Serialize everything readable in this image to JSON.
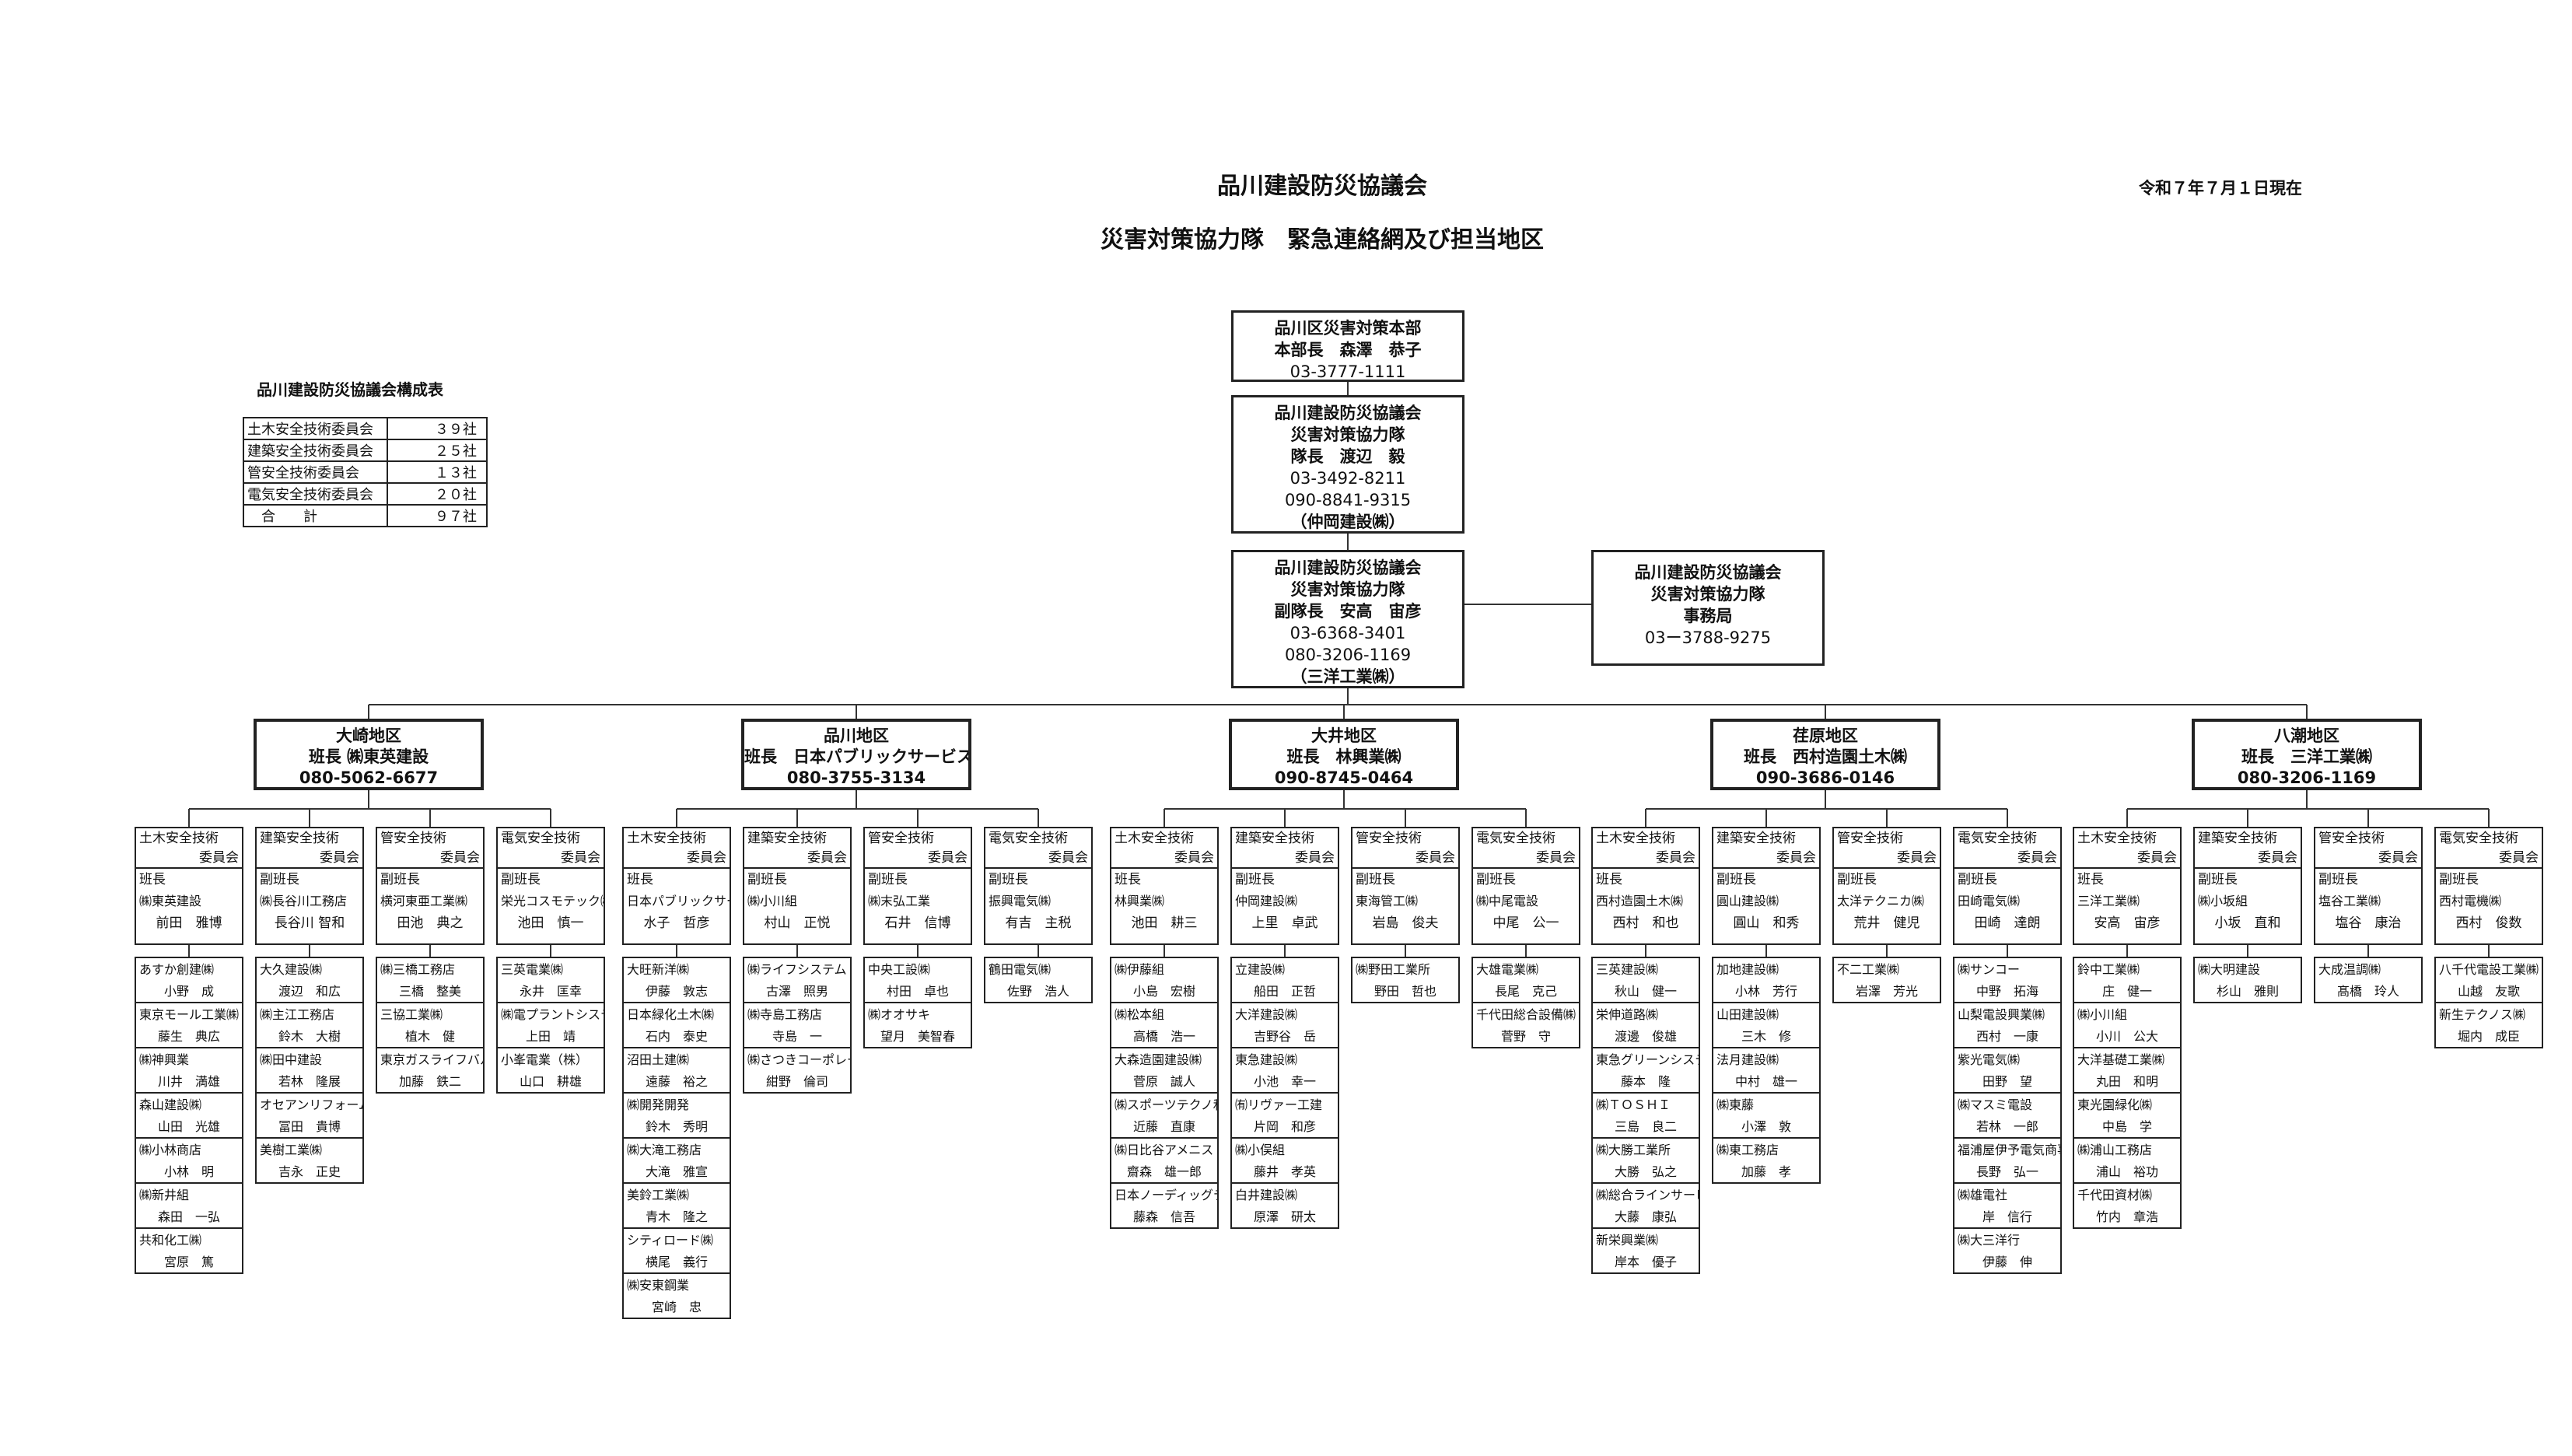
{
  "header": {
    "title1": "品川建設防災協議会",
    "title2": "災害対策協力隊　緊急連絡網及び担当地区",
    "date": "令和７年７月１日現在"
  },
  "hq": {
    "top": {
      "line1": "品川区災害対策本部",
      "line2": "本部長　森澤　恭子",
      "phone": "03-3777-1111"
    },
    "captain": {
      "line1": "品川建設防災協議会",
      "line2": "災害対策協力隊",
      "line3": "隊長　渡辺　毅",
      "phone1": "03-3492-8211",
      "phone2": "090-8841-9315",
      "company": "（仲岡建設㈱）"
    },
    "vice": {
      "line1": "品川建設防災協議会",
      "line2": "災害対策協力隊",
      "line3": "副隊長　安高　宙彦",
      "phone1": "03-6368-3401",
      "phone2": "080-3206-1169",
      "company": "（三洋工業㈱）"
    },
    "office": {
      "line1": "品川建設防災協議会",
      "line2": "災害対策協力隊",
      "line3": "事務局",
      "phone": "03ー3788-9275"
    }
  },
  "summary": {
    "title": "品川建設防災協議会構成表",
    "rows": [
      {
        "name": "土木安全技術委員会",
        "count": "３９社"
      },
      {
        "name": "建築安全技術委員会",
        "count": "２５社"
      },
      {
        "name": "管安全技術委員会",
        "count": "１３社"
      },
      {
        "name": "電気安全技術委員会",
        "count": "２０社"
      },
      {
        "name": "　合　　計",
        "count": "９７社"
      }
    ]
  },
  "districts": [
    {
      "name": "大崎地区",
      "leader": "班長 ㈱東英建設",
      "phone": "080-5062-6677",
      "committees": [
        {
          "n1": "土木安全技術",
          "n2": "委員会",
          "role": "班長",
          "company": "㈱東英建設",
          "person": "前田　雅博",
          "members": [
            {
              "c": "あすか創建㈱",
              "p": "小野　成"
            },
            {
              "c": "東京モール工業㈱",
              "p": "藤生　典広"
            },
            {
              "c": "㈱神興業",
              "p": "川井　満雄"
            },
            {
              "c": "森山建設㈱",
              "p": "山田　光雄"
            },
            {
              "c": "㈱小林商店",
              "p": "小林　明"
            },
            {
              "c": "㈱新井組",
              "p": "森田　一弘"
            },
            {
              "c": "共和化工㈱",
              "p": "宮原　篤"
            }
          ]
        },
        {
          "n1": "建築安全技術",
          "n2": "委員会",
          "role": "副班長",
          "company": "㈱長谷川工務店",
          "person": "長谷川 智和",
          "members": [
            {
              "c": "大久建設㈱",
              "p": "渡辺　和広"
            },
            {
              "c": "㈱主江工務店",
              "p": "鈴木　大樹"
            },
            {
              "c": "㈱田中建設",
              "p": "若林　隆展"
            },
            {
              "c": "オセアンリフォーム㈱",
              "p": "冨田　貴博"
            },
            {
              "c": "美樹工業㈱",
              "p": "吉永　正史"
            }
          ]
        },
        {
          "n1": "管安全技術",
          "n2": "委員会",
          "role": "副班長",
          "company": "横河東亜工業㈱",
          "person": "田池　典之",
          "members": [
            {
              "c": "㈱三橋工務店",
              "p": "三橋　整美"
            },
            {
              "c": "三協工業㈱",
              "p": "植木　健"
            },
            {
              "c": "東京ガスライフバルネット㈱",
              "p": "加藤　鉄二"
            }
          ]
        },
        {
          "n1": "電気安全技術",
          "n2": "委員会",
          "role": "副班長",
          "company": "栄光コスモテック㈱",
          "person": "池田　慎一",
          "members": [
            {
              "c": "三英電業㈱",
              "p": "永井　匡幸"
            },
            {
              "c": "㈱電プラントシステムズ㈱",
              "p": "上田　靖"
            },
            {
              "c": "小峯電業（株）",
              "p": "山口　耕雄"
            }
          ]
        }
      ]
    },
    {
      "name": "品川地区",
      "leader": "班長　日本パブリックサービス㈱",
      "phone": "080-3755-3134",
      "committees": [
        {
          "n1": "土木安全技術",
          "n2": "委員会",
          "role": "班長",
          "company": "日本パブリックサービス㈱",
          "person": "水子　哲彦",
          "members": [
            {
              "c": "大旺新洋㈱",
              "p": "伊藤　敦志"
            },
            {
              "c": "日本緑化土木㈱",
              "p": "石内　泰史"
            },
            {
              "c": "沼田土建㈱",
              "p": "遠藤　裕之"
            },
            {
              "c": "㈱開発開発",
              "p": "鈴木　秀明"
            },
            {
              "c": "㈱大滝工務店",
              "p": "大滝　雅宣"
            },
            {
              "c": "美鈴工業㈱",
              "p": "青木　隆之"
            },
            {
              "c": "シティロード㈱",
              "p": "横尾　義行"
            },
            {
              "c": "㈱安東鋼業",
              "p": "宮崎　忠"
            }
          ]
        },
        {
          "n1": "建築安全技術",
          "n2": "委員会",
          "role": "副班長",
          "company": "㈱小川組",
          "person": "村山　正悦",
          "members": [
            {
              "c": "㈱ライフシステム",
              "p": "古澤　照男"
            },
            {
              "c": "㈱寺島工務店",
              "p": "寺島　一"
            },
            {
              "c": "㈱さつきコーポレーション",
              "p": "紺野　倫司"
            }
          ]
        },
        {
          "n1": "管安全技術",
          "n2": "委員会",
          "role": "副班長",
          "company": "㈱末弘工業",
          "person": "石井　信博",
          "members": [
            {
              "c": "中央工設㈱",
              "p": "村田　卓也"
            },
            {
              "c": "㈱オオサキ",
              "p": "望月　美智春"
            }
          ]
        },
        {
          "n1": "電気安全技術",
          "n2": "委員会",
          "role": "副班長",
          "company": "振興電気㈱",
          "person": "有吉　主税",
          "members": [
            {
              "c": "鶴田電気㈱",
              "p": "佐野　浩人"
            }
          ]
        }
      ]
    },
    {
      "name": "大井地区",
      "leader": "班長　林興業㈱",
      "phone": "090-8745-0464",
      "committees": [
        {
          "n1": "土木安全技術",
          "n2": "委員会",
          "role": "班長",
          "company": "林興業㈱",
          "person": "池田　耕三",
          "members": [
            {
              "c": "㈱伊藤組",
              "p": "小島　宏樹"
            },
            {
              "c": "㈱松本組",
              "p": "高橋　浩一"
            },
            {
              "c": "大森造園建設㈱",
              "p": "菅原　誠人"
            },
            {
              "c": "㈱スポーツテクノ和広",
              "p": "近藤　直康"
            },
            {
              "c": "㈱日比谷アメニス",
              "p": "齋森　雄一郎"
            },
            {
              "c": "日本ノーディッグテクノロジー㈱",
              "p": "藤森　信吾"
            }
          ]
        },
        {
          "n1": "建築安全技術",
          "n2": "委員会",
          "role": "副班長",
          "company": "仲岡建設㈱",
          "person": "上里　卓武",
          "members": [
            {
              "c": "立建設㈱",
              "p": "船田　正哲"
            },
            {
              "c": "大洋建設㈱",
              "p": "吉野谷　岳"
            },
            {
              "c": "東急建設㈱",
              "p": "小池　幸一"
            },
            {
              "c": "㈲リヴァー工建",
              "p": "片岡　和彦"
            },
            {
              "c": "㈱小俣組",
              "p": "藤井　孝英"
            },
            {
              "c": "白井建設㈱",
              "p": "原澤　研太"
            }
          ]
        },
        {
          "n1": "管安全技術",
          "n2": "委員会",
          "role": "副班長",
          "company": "東海管工㈱",
          "person": "岩島　俊夫",
          "members": [
            {
              "c": "㈱野田工業所",
              "p": "野田　哲也"
            }
          ]
        },
        {
          "n1": "電気安全技術",
          "n2": "委員会",
          "role": "副班長",
          "company": "㈱中尾電設",
          "person": "中尾　公一",
          "members": [
            {
              "c": "大雄電業㈱",
              "p": "長尾　克己"
            },
            {
              "c": "千代田総合設備㈱",
              "p": "菅野　守"
            }
          ]
        }
      ]
    },
    {
      "name": "荏原地区",
      "leader": "班長　西村造園土木㈱",
      "phone": "090-3686-0146",
      "committees": [
        {
          "n1": "土木安全技術",
          "n2": "委員会",
          "role": "班長",
          "company": "西村造園土木㈱",
          "person": "西村　和也",
          "members": [
            {
              "c": "三英建設㈱",
              "p": "秋山　健一"
            },
            {
              "c": "栄伸道路㈱",
              "p": "渡邊　俊雄"
            },
            {
              "c": "東急グリーンシステム㈱",
              "p": "藤本　隆"
            },
            {
              "c": "㈱ＴＯＳＨＩ",
              "p": "三島　良二"
            },
            {
              "c": "㈱大勝工業所",
              "p": "大勝　弘之"
            },
            {
              "c": "㈱総合ラインサービス",
              "p": "大藤　康弘"
            },
            {
              "c": "新栄興業㈱",
              "p": "岸本　優子"
            }
          ]
        },
        {
          "n1": "建築安全技術",
          "n2": "委員会",
          "role": "副班長",
          "company": "圓山建設㈱",
          "person": "圓山　和秀",
          "members": [
            {
              "c": "加地建設㈱",
              "p": "小林　芳行"
            },
            {
              "c": "山田建設㈱",
              "p": "三木　修"
            },
            {
              "c": "法月建設㈱",
              "p": "中村　雄一"
            },
            {
              "c": "㈱東藤",
              "p": "小澤　敦"
            },
            {
              "c": "㈱東工務店",
              "p": "加藤　孝"
            }
          ]
        },
        {
          "n1": "管安全技術",
          "n2": "委員会",
          "role": "副班長",
          "company": "太洋テクニカ㈱",
          "person": "荒井　健児",
          "members": [
            {
              "c": "不二工業㈱",
              "p": "岩澤　芳光"
            }
          ]
        },
        {
          "n1": "電気安全技術",
          "n2": "委員会",
          "role": "副班長",
          "company": "田崎電気㈱",
          "person": "田崎　達朗",
          "members": [
            {
              "c": "㈱サンコー",
              "p": "中野　拓海"
            },
            {
              "c": "山梨電設興業㈱",
              "p": "西村　一康"
            },
            {
              "c": "紫光電気㈱",
              "p": "田野　望"
            },
            {
              "c": "㈱マスミ電設",
              "p": "若林　一郎"
            },
            {
              "c": "福浦屋伊予電気商事㈱",
              "p": "長野　弘一"
            },
            {
              "c": "㈱雄電社",
              "p": "岸　信行"
            },
            {
              "c": "㈱大三洋行",
              "p": "伊藤　伸"
            }
          ]
        }
      ]
    },
    {
      "name": "八潮地区",
      "leader": "班長　三洋工業㈱",
      "phone": "080-3206-1169",
      "committees": [
        {
          "n1": "土木安全技術",
          "n2": "委員会",
          "role": "班長",
          "company": "三洋工業㈱",
          "person": "安高　宙彦",
          "members": [
            {
              "c": "鈴中工業㈱",
              "p": "庄　健一"
            },
            {
              "c": "㈱小川組",
              "p": "小川　公大"
            },
            {
              "c": "大洋基礎工業㈱",
              "p": "丸田　和明"
            },
            {
              "c": "東光園緑化㈱",
              "p": "中島　学"
            },
            {
              "c": "㈱浦山工務店",
              "p": "浦山　裕功"
            },
            {
              "c": "千代田資材㈱",
              "p": "竹内　章浩"
            }
          ]
        },
        {
          "n1": "建築安全技術",
          "n2": "委員会",
          "role": "副班長",
          "company": "㈱小坂組",
          "person": "小坂　直和",
          "members": [
            {
              "c": "㈱大明建設",
              "p": "杉山　雅則"
            }
          ]
        },
        {
          "n1": "管安全技術",
          "n2": "委員会",
          "role": "副班長",
          "company": "塩谷工業㈱",
          "person": "塩谷　康治",
          "members": [
            {
              "c": "大成温調㈱",
              "p": "髙橋　玲人"
            }
          ]
        },
        {
          "n1": "電気安全技術",
          "n2": "委員会",
          "role": "副班長",
          "company": "西村電機㈱",
          "person": "西村　俊数",
          "members": [
            {
              "c": "八千代電設工業㈱",
              "p": "山越　友歌"
            },
            {
              "c": "新生テクノス㈱",
              "p": "堀内　成臣"
            }
          ]
        }
      ]
    }
  ]
}
